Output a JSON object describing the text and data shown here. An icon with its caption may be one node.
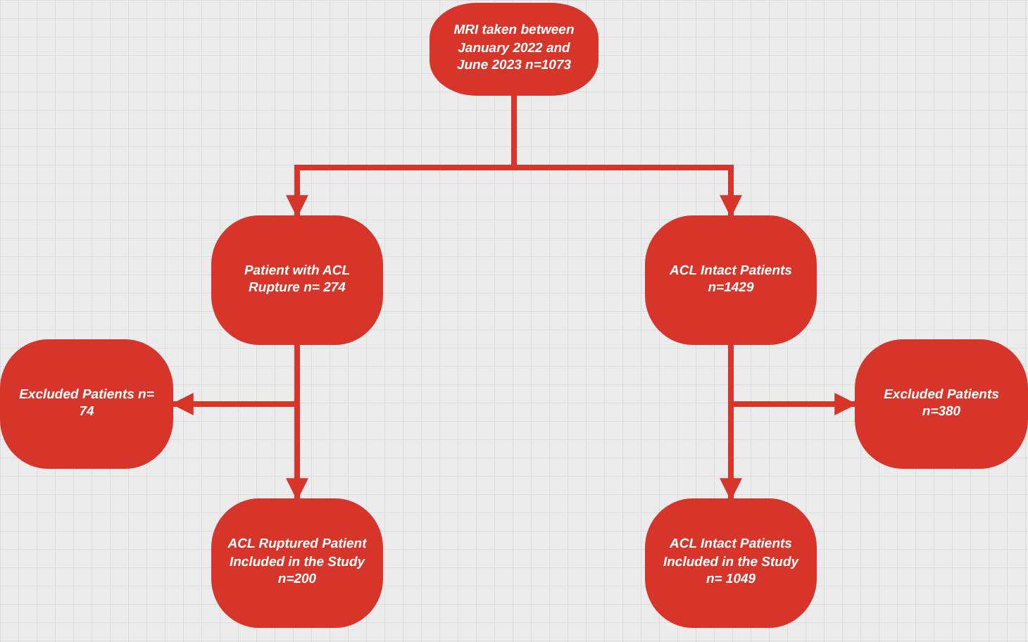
{
  "diagram": {
    "nodes": [
      {
        "text": [
          "MRI taken between January 2022 and June 2023 n=1073"
        ]
      },
      {
        "text": [
          "Patient with ACL Rupture n= 274"
        ]
      },
      {
        "text": [
          "ACL Intact Patients n=1429"
        ]
      },
      {
        "text": [
          "Excluded Patients n= 74"
        ]
      },
      {
        "text": [
          "Excluded Patients n=380"
        ]
      },
      {
        "text": [
          "ACL Ruptured Patient Included in the Study n=200"
        ]
      },
      {
        "text": [
          "ACL Intact Patients Included in the Study n= 1049"
        ]
      }
    ],
    "edges": [
      {
        "from": 0,
        "to": 1,
        "arrow": "to"
      },
      {
        "from": 0,
        "to": 2,
        "arrow": "to"
      },
      {
        "from": 1,
        "to": 3,
        "arrow": "to"
      },
      {
        "from": 1,
        "to": 5,
        "arrow": "to"
      },
      {
        "from": 2,
        "to": 4,
        "arrow": "to"
      },
      {
        "from": 2,
        "to": 6,
        "arrow": "to"
      }
    ]
  }
}
